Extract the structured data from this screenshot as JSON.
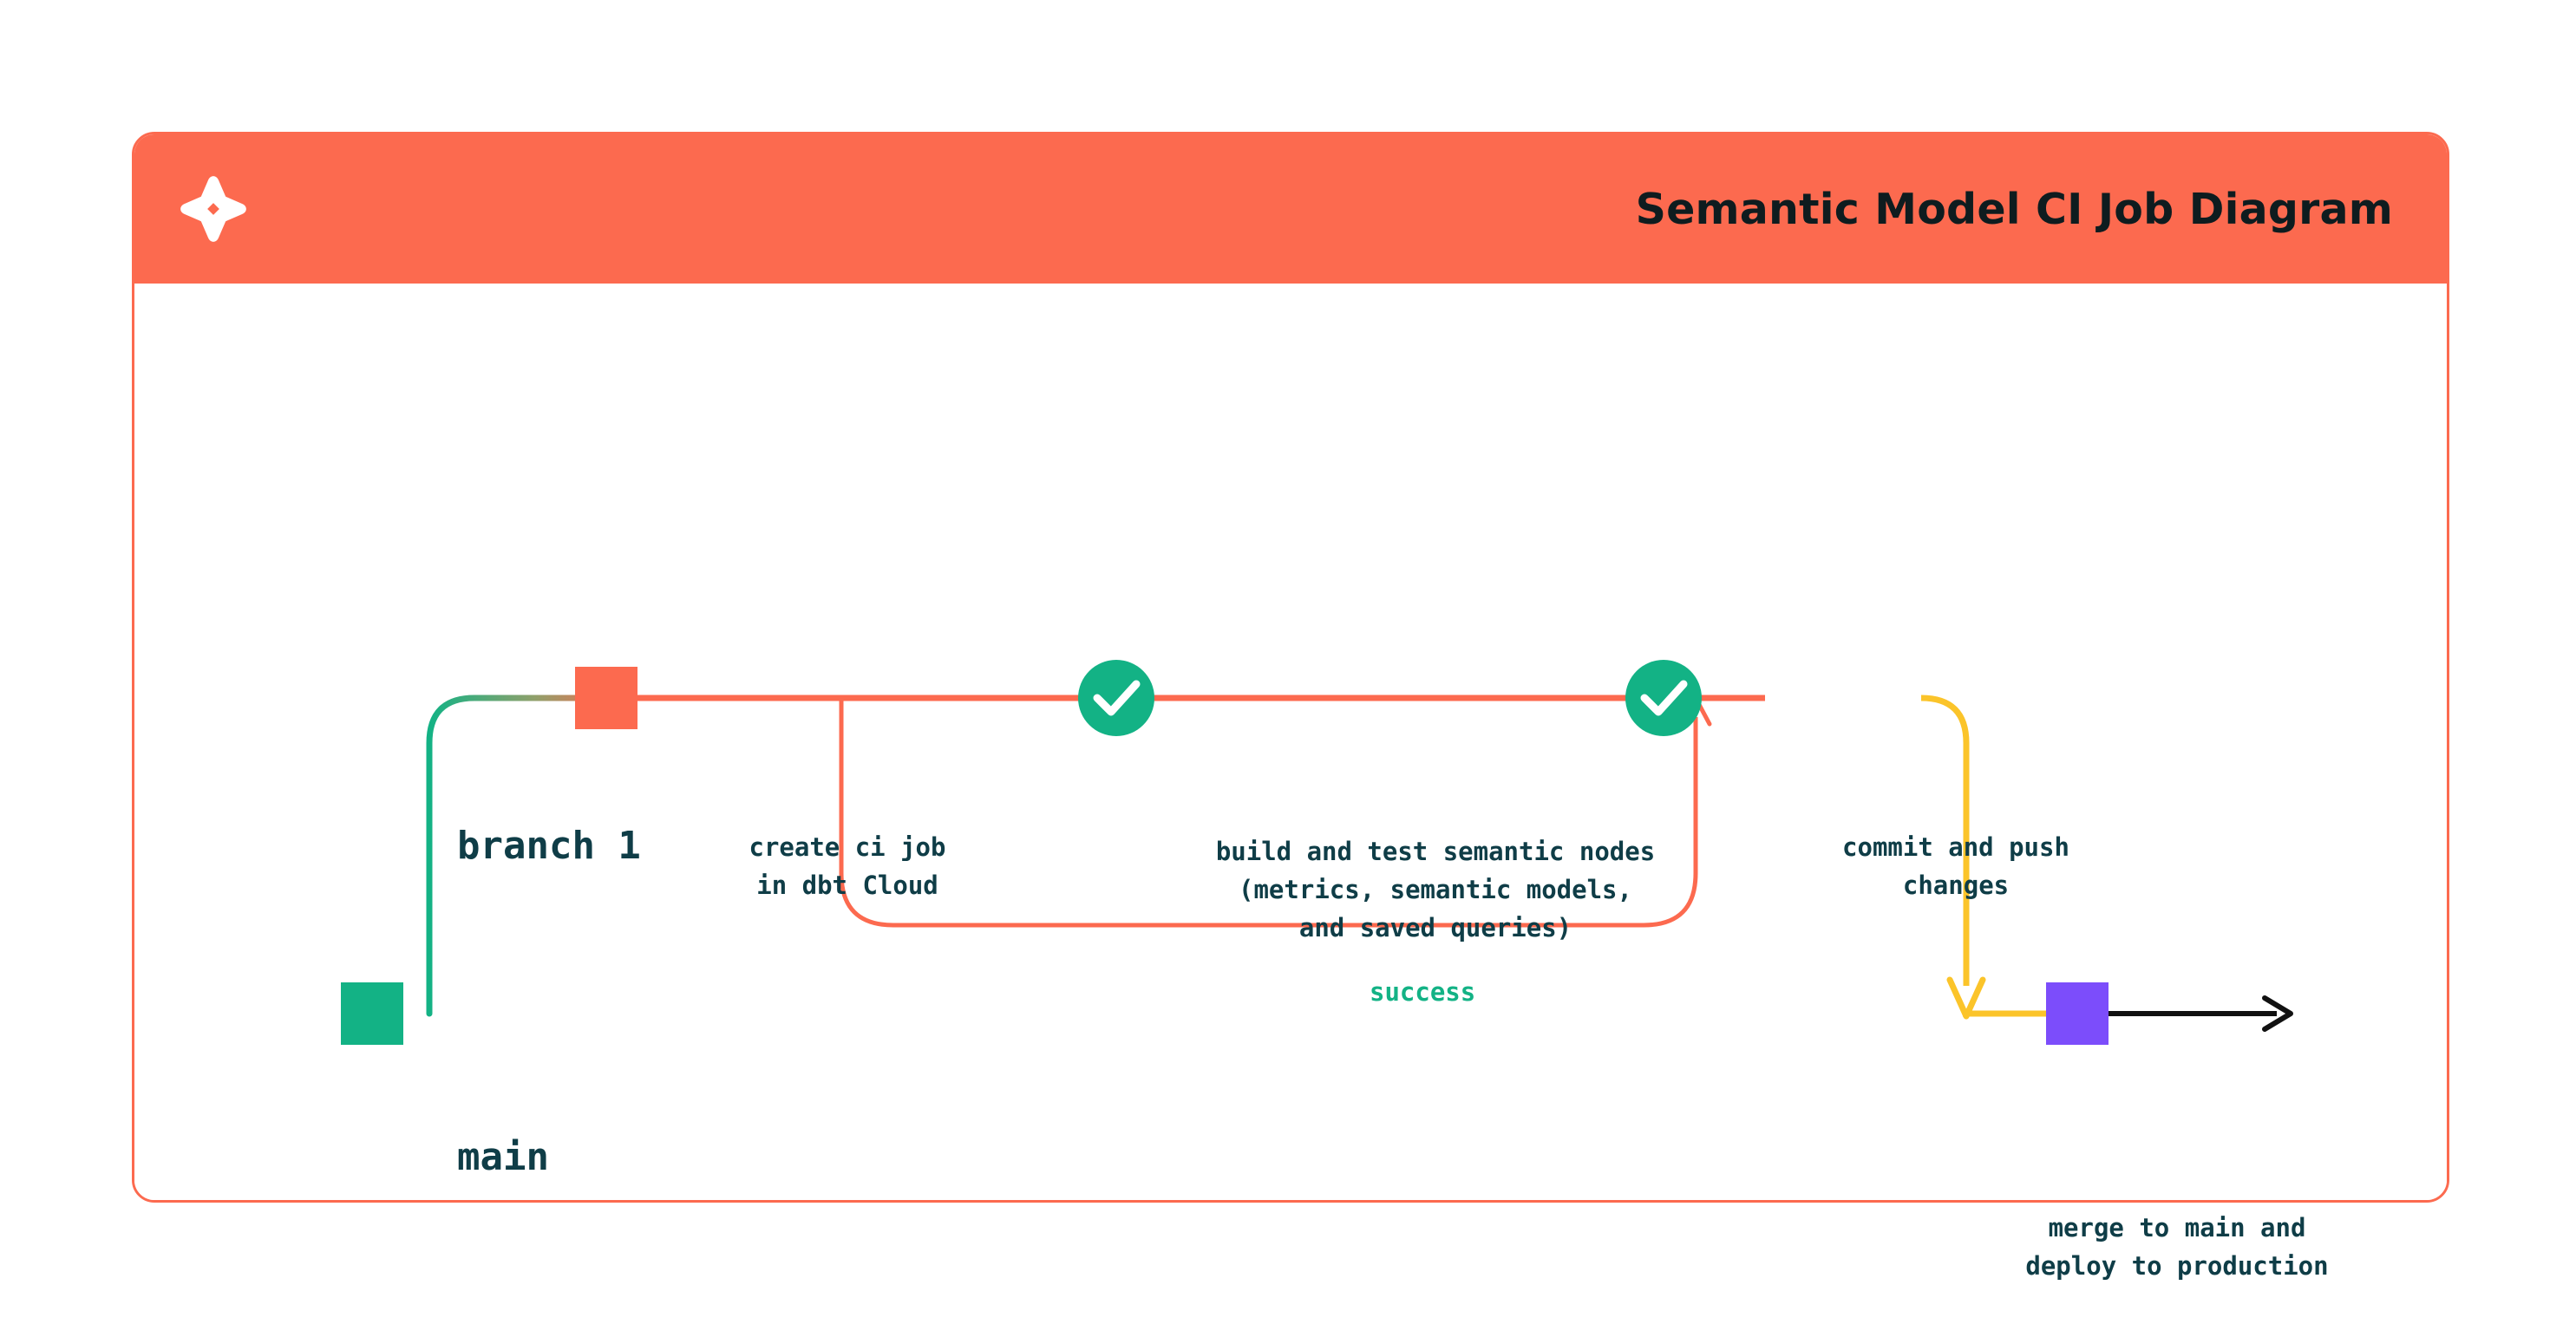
{
  "card": {
    "title": "Semantic Model CI Job Diagram",
    "logo_icon": "dbt-x-logo-icon",
    "header_color": "#FC6A4F",
    "border_color": "#FC6A4F"
  },
  "colors": {
    "orange": "#FC6A4F",
    "green": "#13B285",
    "teal_text": "#0F3D47",
    "yellow": "#FBC42A",
    "purple": "#7C4DFB",
    "black": "#111111",
    "white": "#FFFFFF"
  },
  "lanes": [
    {
      "id": "branch1",
      "label": "branch 1",
      "color": "#FC6A4F"
    },
    {
      "id": "main",
      "label": "main",
      "color": "#13B285"
    }
  ],
  "nodes": [
    {
      "id": "create-ci-job",
      "shape": "square",
      "color": "#FC6A4F",
      "lane": "branch1",
      "caption": "create ci job\nin dbt Cloud"
    },
    {
      "id": "build-and-test",
      "shape": "check-circle",
      "color": "#13B285",
      "icon": "check-icon",
      "lane": "branch1",
      "caption": "build and test semantic nodes\n(metrics, semantic models,\nand saved queries)"
    },
    {
      "id": "commit-and-push",
      "shape": "check-circle",
      "color": "#13B285",
      "icon": "check-icon",
      "lane": "branch1",
      "caption": "commit and push\nchanges"
    },
    {
      "id": "merge-to-main",
      "shape": "square",
      "color": "#7C4DFB",
      "lane": "main",
      "caption": "merge to main and\ndeploy to production"
    }
  ],
  "edges": [
    {
      "id": "branch-off",
      "from": "main",
      "to": "branch1",
      "style": "curve",
      "gradient": [
        "#13B285",
        "#FC6A4F"
      ]
    },
    {
      "id": "retry-loop",
      "from": "build-and-test",
      "to": "build-and-test",
      "label": "success",
      "label_color": "#13B285",
      "color": "#FC6A4F",
      "arrow": "up"
    },
    {
      "id": "merge-down",
      "from": "commit-and-push",
      "to": "merge-to-main",
      "color": "#FBC42A",
      "arrow": "down"
    },
    {
      "id": "production-arrow",
      "from": "merge-to-main",
      "to": "end",
      "color": "#111111",
      "arrow": "right"
    }
  ]
}
